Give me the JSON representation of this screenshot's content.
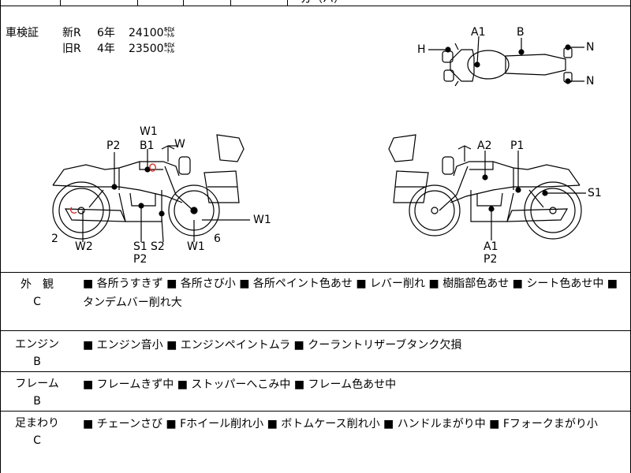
{
  "header": {
    "clipped_text": "ガ（ハ）"
  },
  "inspection": {
    "label": "車検証",
    "new": {
      "tag": "新R",
      "years": "6年",
      "km": "24100㌖"
    },
    "old": {
      "tag": "旧R",
      "years": "4年",
      "km": "23500㌖"
    }
  },
  "diagram_marks": {
    "top_view": {
      "a1": "A1",
      "b": "B",
      "h": "H",
      "n1": "N",
      "n2": "N"
    },
    "left_view": {
      "w1_top": "W1",
      "b1": "B1",
      "w": "W",
      "p2": "P2",
      "two": "2",
      "w2": "W2",
      "s1": "S1",
      "s2": "S2",
      "p2_bottom": "P2",
      "w1_bottom": "W1",
      "w1_right": "W1",
      "six": "6"
    },
    "right_view": {
      "a2": "A2",
      "p1": "P1",
      "s1": "S1",
      "a1": "A1",
      "p2": "P2"
    }
  },
  "sections": [
    {
      "name": "外　観",
      "grade": "C",
      "text": "■ 各所うすきず ■ 各所さび小 ■ 各所ペイント色あせ ■ レバー削れ ■ 樹脂部色あせ ■ シート色あせ中 ■ タンデムバー削れ大"
    },
    {
      "name": "エンジン",
      "grade": "B",
      "text": "■ エンジン音小 ■ エンジンペイントムラ ■ クーラントリザーブタンク欠損"
    },
    {
      "name": "フレーム",
      "grade": "B",
      "text": "■ フレームきず中 ■ ストッパーへこみ中 ■ フレーム色あせ中"
    },
    {
      "name": "足まわり",
      "grade": "C",
      "text": "■ チェーンさび ■ Fホイール削れ小 ■ ボトムケース削れ小 ■ ハンドルまがり中 ■ Fフォークまがり小"
    }
  ]
}
